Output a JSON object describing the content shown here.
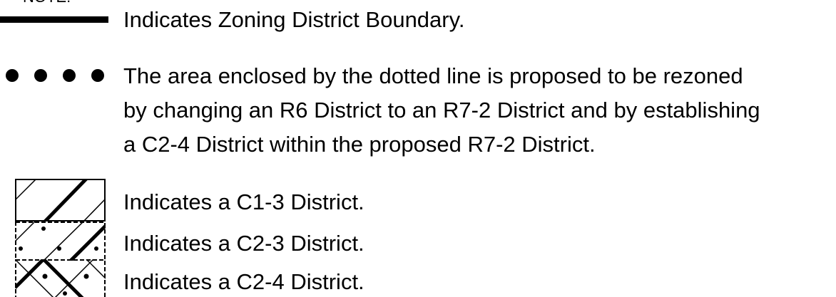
{
  "legend": {
    "note_label": "NOTE:",
    "boundary": {
      "text": "Indicates Zoning District Boundary.",
      "icon": "thick-line-icon"
    },
    "rezoning": {
      "icon": "dotted-line-icon",
      "lines": [
        "The area enclosed by the dotted line is proposed to be rezoned",
        "by changing an R6 District to an R7-2 District and by establishing",
        "a C2-4 District within the proposed R7-2 District."
      ]
    },
    "districts": [
      {
        "text": "Indicates a C1-3 District.",
        "icon": "hatch-c1-3-icon"
      },
      {
        "text": "Indicates a C2-3 District.",
        "icon": "hatch-c2-3-icon"
      },
      {
        "text": "Indicates a C2-4 District.",
        "icon": "hatch-c2-4-icon"
      }
    ]
  }
}
